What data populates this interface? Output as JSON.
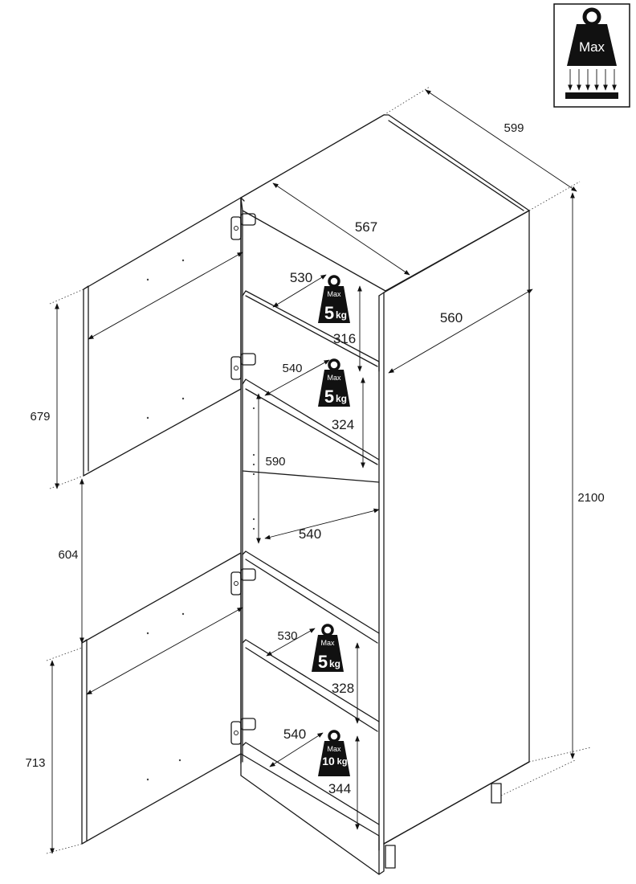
{
  "max_load_icon": {
    "label": "Max",
    "icon": "max-weight-load-icon"
  },
  "dimensions": {
    "depth_total": "599",
    "width_total": "2100",
    "top_width": "567",
    "top_depth": "560",
    "left_upper_door": "679",
    "left_middle_gap": "604",
    "left_lower_door": "713",
    "cavity_depth": "590"
  },
  "shelves": [
    {
      "width": "530",
      "height": "316",
      "max_label": "Max",
      "weight": "5",
      "unit": "kg"
    },
    {
      "width": "540",
      "height": "324",
      "max_label": "Max",
      "weight": "5",
      "unit": "kg"
    },
    {
      "width": "540"
    },
    {
      "width": "530",
      "height": "328",
      "max_label": "Max",
      "weight": "5",
      "unit": "kg"
    },
    {
      "width": "540",
      "height": "344",
      "max_label": "Max",
      "weight": "10",
      "unit": "kg"
    }
  ]
}
